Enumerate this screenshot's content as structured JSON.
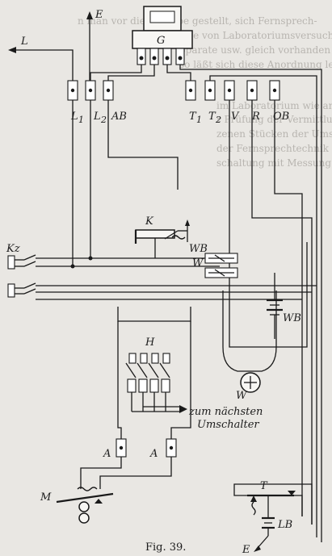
{
  "figure": {
    "caption": "Fig. 39.",
    "labels": {
      "E_top": "E",
      "L_left": "L",
      "G": "G",
      "L1": "L",
      "L1_sub": "1",
      "L2": "L",
      "L2_sub": "2",
      "AB": "AB",
      "T1": "T",
      "T1_sub": "1",
      "T2": "T",
      "T2_sub": "2",
      "V": "V",
      "R": "R",
      "OB": "OB",
      "Kz": "Kz",
      "K": "K",
      "WB_switch": "WB",
      "W_switch": "W",
      "WB_battery": "WB",
      "W_motor": "W",
      "H": "H",
      "next_switch_line1": "zum nächsten",
      "next_switch_line2": "Umschalter",
      "A_left": "A",
      "A_right": "A",
      "M": "M",
      "T_key": "T",
      "LB": "LB",
      "E_bottom": "E"
    }
  },
  "background_text": [
    "n man vor die Aufgabe gestellt, sich Fernsprech-",
    "iese von Laboratoriumsversuchen herzustellen",
    "pparate usw. gleich vorhanden zur Versuchs-",
    "so läßt sich diese Anordnung leicht ausgestalten",
    "im Laboratorium wie am Platz des Teilnehmers",
    "r Prüfung der Vermittlungseinrichtung",
    "zenen Stücken der Umschalter",
    "der Fernsprechtechnik",
    "schaltung mit Messung der Ströme und"
  ]
}
